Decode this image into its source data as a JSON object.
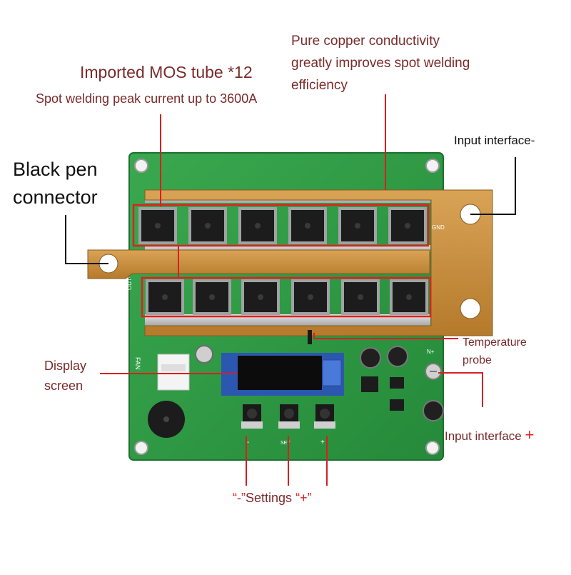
{
  "labels": {
    "mos_title": "Imported MOS tube *12",
    "mos_subtitle": "Spot welding peak current up to 3600A",
    "copper_line1": "Pure copper conductivity",
    "copper_line2": "greatly improves spot welding",
    "copper_line3": "efficiency",
    "input_negative": "Input interface",
    "input_negative_symbol": "-",
    "black_pen_line1": "Black pen",
    "black_pen_line2": "connector",
    "display_line1": "Display",
    "display_line2": "screen",
    "temp_line1": "Temperature",
    "temp_line2": "probe",
    "input_positive": "Input interface",
    "input_positive_symbol": "+",
    "btn_quote_open_1": "“",
    "btn_minus": "-",
    "btn_quote_close_1": "”",
    "btn_settings": "Settings",
    "btn_quote_open_2": "“",
    "btn_plus": "+",
    "btn_quote_close_2": "”"
  },
  "board": {
    "silkscreen_out": "OUT-",
    "silkscreen_gnd": "GND",
    "silkscreen_fan": "FAN",
    "silkscreen_nplus": "N+",
    "silkscreen_set": "SET",
    "silkscreen_minus": "-",
    "silkscreen_plus": "+"
  },
  "colors": {
    "pcb": "#2f9b45",
    "copper": "#c9903e",
    "callout_line": "#d91f1f",
    "label_text": "#7a2a2a",
    "highlight_box": "#e02020"
  }
}
